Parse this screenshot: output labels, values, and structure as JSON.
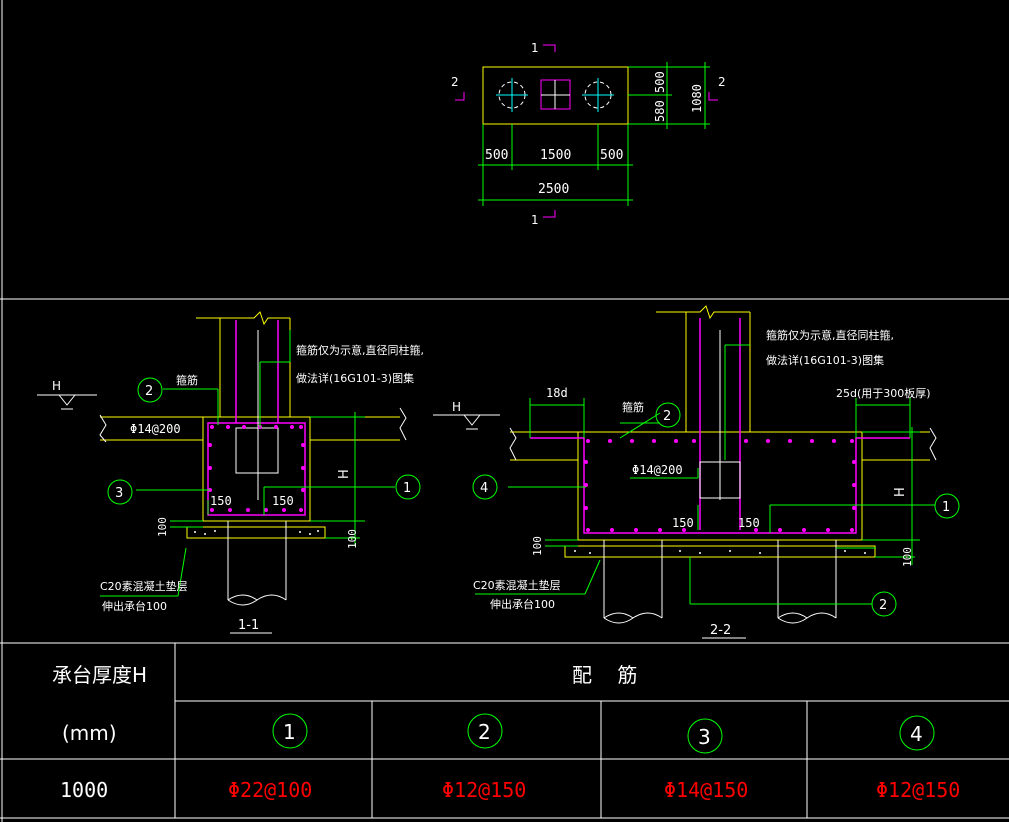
{
  "plan": {
    "section_mark_1": "1",
    "section_mark_2": "2",
    "dims": {
      "d500a": "500",
      "d1500": "1500",
      "d500b": "500",
      "d2500": "2500",
      "v500a": "500",
      "v580": "580",
      "v1080": "1080"
    }
  },
  "section11": {
    "title": "1-1",
    "note_line1": "箍筋仅为示意,直径同柱箍,",
    "note_line2": "做法详(16G101-3)图集",
    "stirrup_label": "箍筋",
    "rebar_label": "Φ14@200",
    "dim_150a": "150",
    "dim_150b": "150",
    "dim_100a": "100",
    "dim_100b": "100",
    "h_label": "H",
    "water_label": "H",
    "pad_label_1": "C20素混凝土垫层",
    "pad_label_2": "伸出承台100",
    "circ2": "2",
    "circ3": "3",
    "circ1": "1"
  },
  "section22": {
    "title": "2-2",
    "note_line1": "箍筋仅为示意,直径同柱箍,",
    "note_line2": "做法详(16G101-3)图集",
    "anchor_label": "18d",
    "anchor_label_r": "25d(用于300板厚)",
    "stirrup_label": "箍筋",
    "rebar_label": "Φ14@200",
    "dim_150a": "150",
    "dim_150b": "150",
    "dim_100a": "100",
    "dim_100b": "100",
    "h_label": "H",
    "water_label": "H",
    "pad_label_1": "C20素混凝土垫层",
    "pad_label_2": "伸出承台100",
    "circ2": "2",
    "circ4": "4",
    "circ1": "1",
    "circ2b": "2"
  },
  "table": {
    "h1": "承台厚度H",
    "h1_unit": "(mm)",
    "h2": "配    筋",
    "cols": [
      "1",
      "2",
      "3",
      "4"
    ],
    "row_h": "1000",
    "values": [
      "Φ22@100",
      "Φ12@150",
      "Φ14@150",
      "Φ12@150"
    ]
  },
  "colors": {
    "bg": "#000000",
    "white": "#ffffff",
    "green": "#00ff00",
    "yellow": "#ffff00",
    "magenta": "#ff00ff",
    "cyan": "#00ffff",
    "red": "#ff0000"
  }
}
